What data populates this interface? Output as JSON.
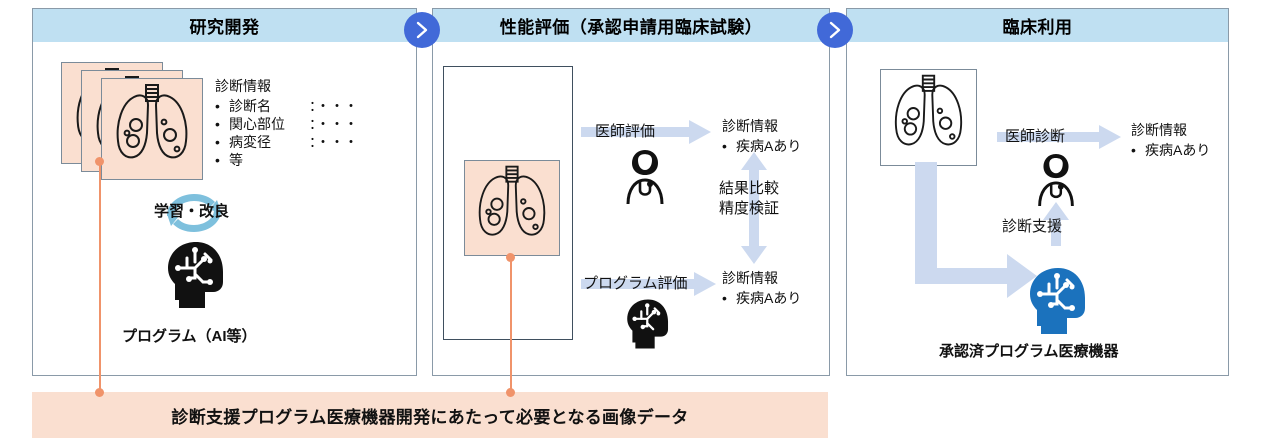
{
  "panels": [
    {
      "id": "rd",
      "title": "研究開発",
      "diagnosis_heading": "診断情報",
      "diagnosis_items": [
        {
          "label": "診断名",
          "value": "：・・・"
        },
        {
          "label": "関心部位",
          "value": "：・・・"
        },
        {
          "label": "病変径",
          "value": "：・・・"
        },
        {
          "label": "等",
          "value": ""
        }
      ],
      "cycle_label": "学習・改良",
      "program_label": "プログラム（AI等）"
    },
    {
      "id": "eval",
      "title": "性能評価（承認申請用臨床試験）",
      "doctor_eval_label": "医師評価",
      "doctor_result_heading": "診断情報",
      "doctor_result_item": "疾病Aあり",
      "compare_line1": "結果比較",
      "compare_line2": "精度検証",
      "program_eval_label": "プログラム評価",
      "program_result_heading": "診断情報",
      "program_result_item": "疾病Aあり"
    },
    {
      "id": "clinical",
      "title": "臨床利用",
      "doctor_diagnosis_label": "医師診断",
      "result_heading": "診断情報",
      "result_item": "疾病Aあり",
      "support_label": "診断支援",
      "device_label": "承認済プログラム医療機器"
    }
  ],
  "banner": {
    "text": "診断支援プログラム医療機器開発にあたって必要となる画像データ"
  },
  "icons": {
    "chevron": "chevron-right-icon",
    "lung": "lung-xray-icon",
    "doctor": "doctor-icon",
    "ai_head": "ai-head-icon",
    "cycle": "refresh-cycle-icon",
    "block_arrow": "block-arrow-icon",
    "double_arrow": "double-headed-arrow-icon",
    "elbow_arrow": "elbow-arrow-icon"
  },
  "colors": {
    "header_band": "#bfe0f2",
    "chevron_circle": "#4169d8",
    "arrow_light": "#ccd9ef",
    "peach": "#fadfd0",
    "connector": "#f0936a",
    "ai_blue": "#1b72bd",
    "panel_border": "#8a9aa8"
  }
}
